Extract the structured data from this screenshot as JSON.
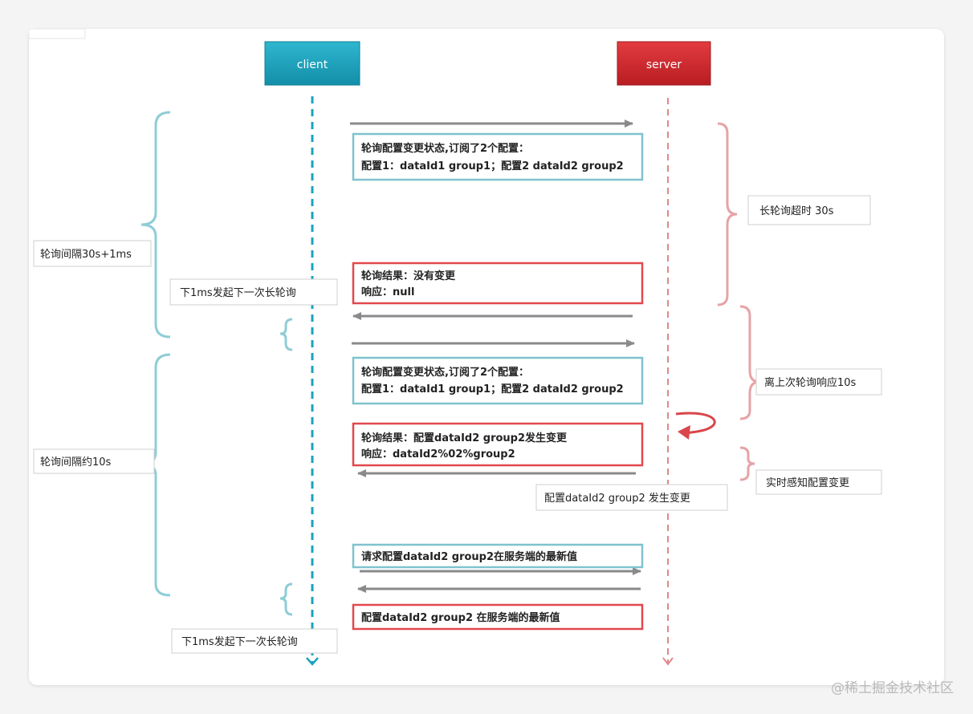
{
  "participants": {
    "client": "client",
    "server": "server"
  },
  "messages": {
    "poll1_line1": "轮询配置变更状态,订阅了2个配置：",
    "poll1_line2": "配置1：dataId1 group1；配置2 dataId2 group2",
    "resp1_line1": "轮询结果：没有变更",
    "resp1_line2": "响应：null",
    "poll2_line1": "轮询配置变更状态,订阅了2个配置：",
    "poll2_line2": "配置1：dataId1 group1；配置2 dataId2 group2",
    "resp2_line1": "轮询结果：配置dataId2 group2发生变更",
    "resp2_line2": "响应：dataId2%02%group2",
    "request_latest": "请求配置dataId2 group2在服务端的最新值",
    "latest_value": "配置dataId2 group2  在服务端的最新值"
  },
  "annotations": {
    "interval_1": "轮询间隔30s+1ms",
    "next_poll_1": "下1ms发起下一次长轮询",
    "long_poll_timeout": "长轮询超时  30s",
    "since_last_response": "离上次轮询响应10s",
    "interval_2": "轮询间隔约10s",
    "realtime_detect": "实时感知配置变更",
    "config_changed": "配置dataId2 group2 发生变更",
    "next_poll_2": "下1ms发起下一次长轮询"
  },
  "colors": {
    "client": "#1aa3bf",
    "server": "#d42a2f",
    "client_box": "#7fc3cd",
    "server_box": "#e2484d",
    "arrow": "#8a8a8a",
    "note_border": "#cfcfcf",
    "brace_teal": "#8fcdd6",
    "brace_pink": "#e6a3a6"
  },
  "watermark": "@稀土掘金技术社区"
}
